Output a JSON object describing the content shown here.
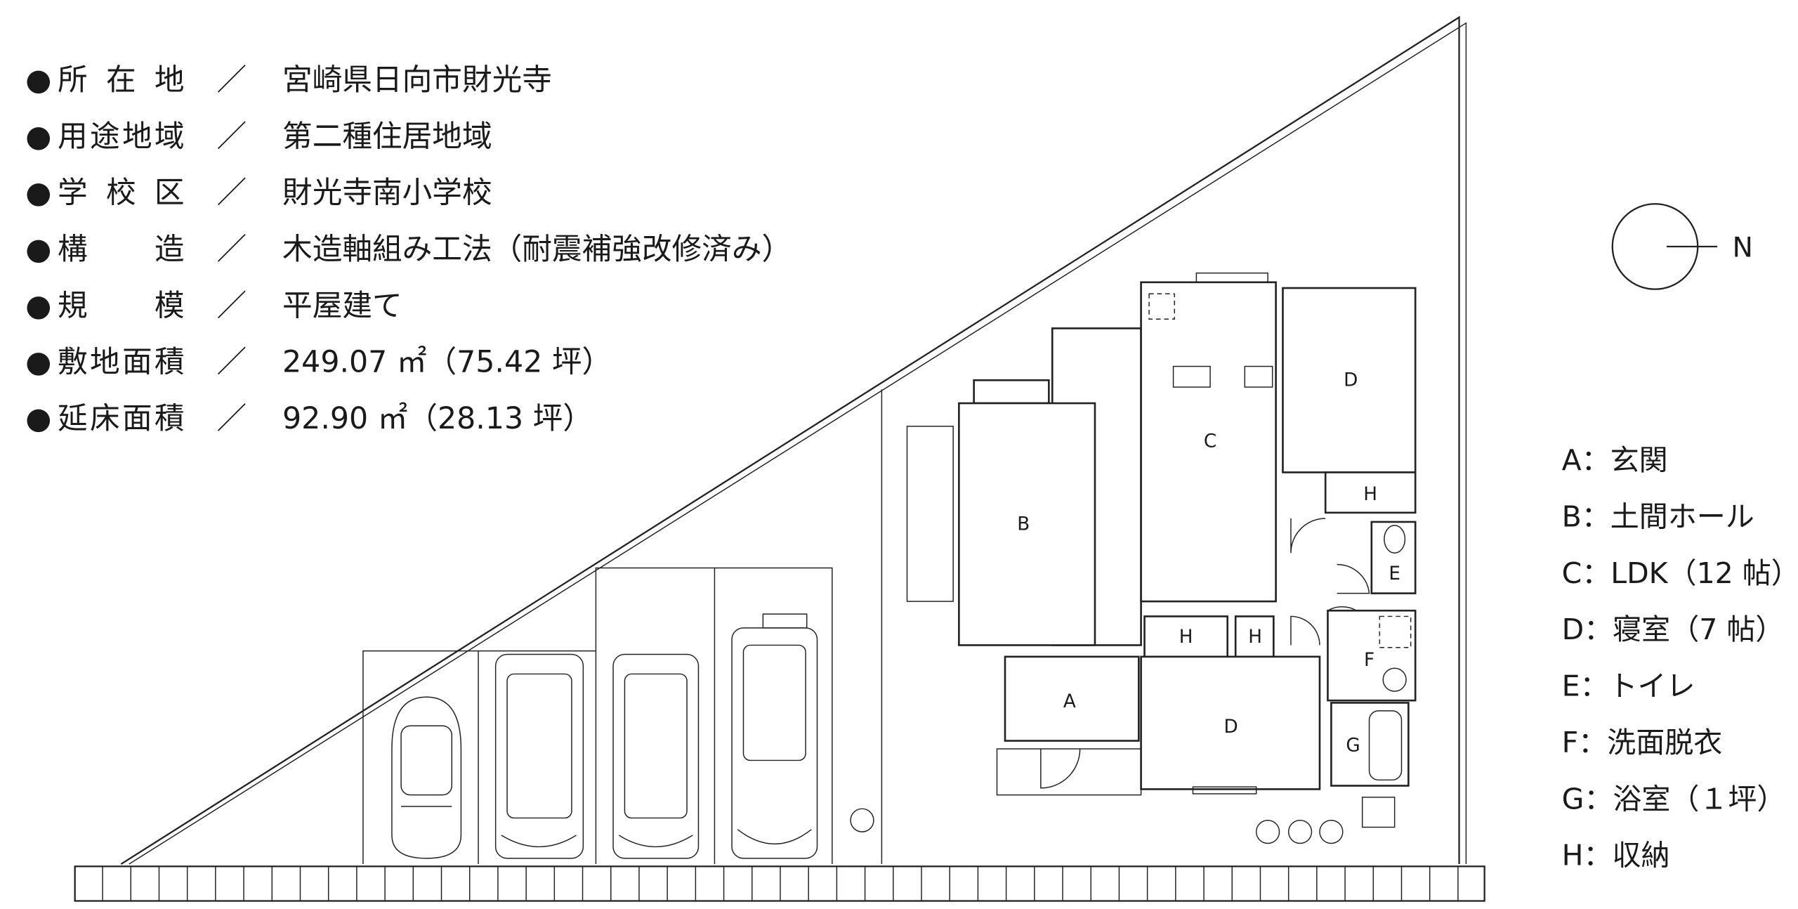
{
  "info": [
    {
      "label": "所 在 地",
      "sep": "／",
      "value": "宮崎県日向市財光寺"
    },
    {
      "label": "用途地域",
      "sep": "／",
      "value": "第二種住居地域"
    },
    {
      "label": "学 校 区",
      "sep": "／",
      "value": "財光寺南小学校"
    },
    {
      "label": "構　　造",
      "sep": "／",
      "value": "木造軸組み工法（耐震補強改修済み）"
    },
    {
      "label": "規　　模",
      "sep": "／",
      "value": "平屋建て"
    },
    {
      "label": "敷地面積",
      "sep": "／",
      "value": "249.07 ㎡（75.42 坪）"
    },
    {
      "label": "延床面積",
      "sep": "／",
      "value": "92.90 ㎡（28.13 坪）"
    }
  ],
  "bullet": "●",
  "compass": {
    "label": "N"
  },
  "rooms": {
    "A": "A",
    "B": "B",
    "C": "C",
    "D": "D",
    "E": "E",
    "F": "F",
    "G": "G",
    "H": "H"
  },
  "legend": [
    "A：玄関",
    "B：土間ホール",
    "C：LDK（12 帖）",
    "D：寝室（7 帖）",
    "E：トイレ",
    "F：洗面脱衣",
    "G：浴室（１坪）",
    "H：収納"
  ]
}
